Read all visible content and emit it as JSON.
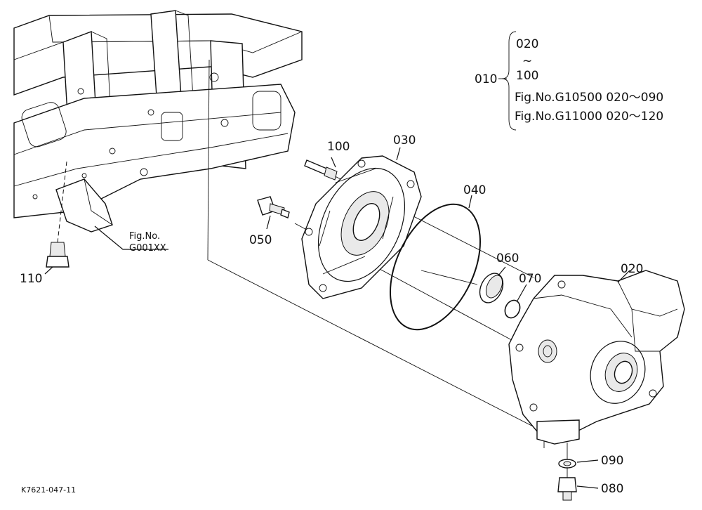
{
  "diagram": {
    "code": "K7621-047-11",
    "figure_ref": {
      "label": "Fig.No.",
      "number": "G001XX"
    },
    "group_note": {
      "parent": "010",
      "range_start": "020",
      "range_sep": "~",
      "range_end": "100",
      "line1": "Fig.No.G10500  020～090",
      "line2": "Fig.No.G11000  020～120"
    },
    "callouts": {
      "p020": "020",
      "p030": "030",
      "p040": "040",
      "p050": "050",
      "p060": "060",
      "p070": "070",
      "p080": "080",
      "p090": "090",
      "p100": "100",
      "p110": "110"
    }
  }
}
